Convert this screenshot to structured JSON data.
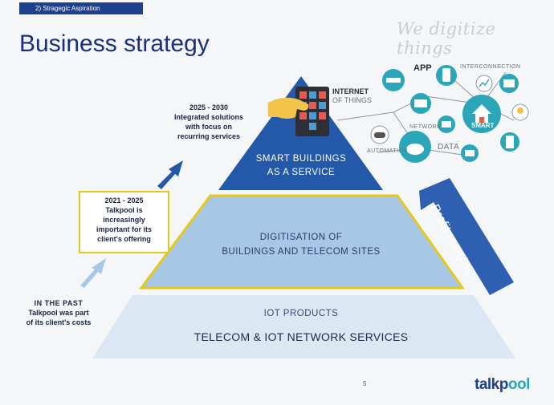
{
  "section_tag": "2) Stragegic Aspiration",
  "title": "Business strategy",
  "tagline": "We digitize things",
  "pyramid": {
    "top": {
      "line1": "SMART BUILDINGS",
      "line2": "AS A SERVICE"
    },
    "middle": {
      "line1": "DIGITISATION OF",
      "line2": "BUILDINGS AND TELECOM SITES"
    },
    "bottom": {
      "line1": "IOT PRODUCTS",
      "line2": "TELECOM & IOT NETWORK SERVICES"
    }
  },
  "notes": {
    "n2030": {
      "period": "2025 - 2030",
      "l1": "Integrated solutions",
      "l2": "with focus on",
      "l3": "recurring services"
    },
    "n2025": {
      "period": "2021 - 2025",
      "l1": "Talkpool is",
      "l2": "increasingly",
      "l3": "important for its",
      "l4": "client's offering"
    },
    "past": {
      "period": "IN THE PAST",
      "l1": "Talkpool was part",
      "l2": "of its client's costs"
    }
  },
  "profit_label": "Profit margins",
  "iot_graphic": {
    "internet": "INTERNET",
    "of_things": "OF THINGS",
    "app": "APP",
    "interconnection": "INTERCONNECTION",
    "network": "NETWORK",
    "smart": "SMART",
    "data": "DATA",
    "automation": "AUTOMATION"
  },
  "page_number": "5",
  "logo": {
    "part1": "talkp",
    "part2": "ool"
  },
  "colors": {
    "brand_blue": "#1f3f8f",
    "top_tier": "#2458a8",
    "middle_tier": "#a9c8e6",
    "bottom_tier": "#d9e7f3",
    "highlight_yellow": "#e5c81f",
    "teal": "#2aa6b8"
  }
}
